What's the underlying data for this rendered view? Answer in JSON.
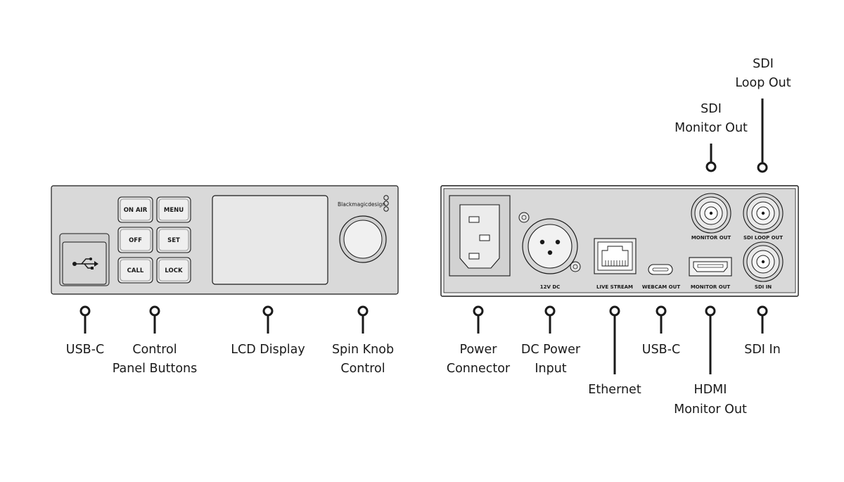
{
  "front_panel": {
    "brand": "Blackmagicdesign",
    "buttons": {
      "on_air": "ON AIR",
      "menu": "MENU",
      "off": "OFF",
      "set": "SET",
      "call": "CALL",
      "lock": "LOCK"
    },
    "icons": {
      "usb": "usb-icon",
      "brand_mark": "blackmagic-logo-icon"
    }
  },
  "rear_panel": {
    "port_labels": {
      "dc": "12V DC",
      "live_stream": "LIVE STREAM",
      "webcam_out": "WEBCAM OUT",
      "monitor_out_hdmi": "MONITOR OUT",
      "monitor_out_sdi": "MONITOR OUT",
      "sdi_loop_out": "SDI LOOP OUT",
      "sdi_in": "SDI IN"
    }
  },
  "callouts": {
    "usb_c_front": [
      "USB-C"
    ],
    "control_buttons": [
      "Control",
      "Panel Buttons"
    ],
    "lcd_display": [
      "LCD Display"
    ],
    "spin_knob": [
      "Spin Knob",
      "Control"
    ],
    "power_connector": [
      "Power",
      "Connector"
    ],
    "dc_power": [
      "DC Power",
      "Input"
    ],
    "ethernet": [
      "Ethernet"
    ],
    "usb_c_rear": [
      "USB-C"
    ],
    "hdmi_monitor": [
      "HDMI",
      "Monitor Out"
    ],
    "sdi_in": [
      "SDI In"
    ],
    "sdi_monitor": [
      "SDI",
      "Monitor Out"
    ],
    "sdi_loop": [
      "SDI",
      "Loop Out"
    ]
  }
}
